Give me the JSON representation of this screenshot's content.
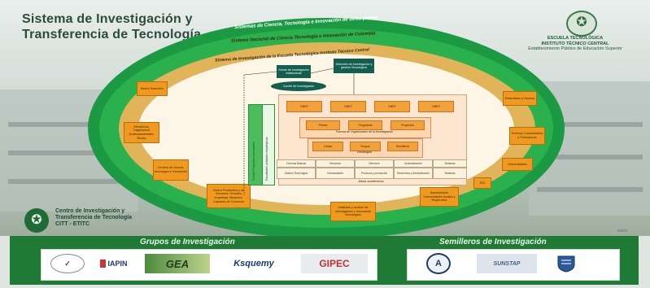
{
  "header": {
    "title_line1": "Sistema de Investigación  y",
    "title_line2": "Transferencia de Tecnología"
  },
  "institution": {
    "line1": "ESCUELA TECNOLÓGICA",
    "line2": "INSTITUTO TÉCNICO CENTRAL",
    "line3": "Establecimiento Público de Educación Superior"
  },
  "rings": {
    "outer": "Sistemas de Ciencia, Tecnología e Innovación de otros países",
    "second": "Sistema Nacional de Ciencia Tecnología e Innovación de Colombia",
    "third": "Sistema de Investigación de la Escuela Tecnológica Instituto Técnico Central"
  },
  "outer_boxes": {
    "sector_financiero": "Sector financiero",
    "ministerios": "Ministerios, Organismos Gubernamentales, Redes",
    "centros": "Centros de ciencia, tecnología e innovación",
    "sector_productivo": "Sector Productivo y de Servicios: Grandes empresas, Mipymes, Cámaras de Comercio",
    "institutos": "Institutos y centros de investigación e innovación tecnológica",
    "asociaciones": "Asociaciones Comunidades locales y Regionales",
    "ies": "IES",
    "universidades": "Universidades",
    "gremios": "Gremios Comunidades y Productores",
    "estandares": "Estándares y Normas"
  },
  "inner": {
    "centro_investigacion": "Centro de Investigación Institucional",
    "direccion": "Dirección de Investigación y gestión Tecnológica",
    "comite": "Comité de Investigación",
    "vbar1": "Comité Proyectos curriculares",
    "vbar2": "Facultades unidades estratégicas",
    "row1": [
      "DNEF",
      "DNEF",
      "DNEF",
      "DNEF"
    ],
    "row2": [
      "Planes",
      "Programas",
      "Proyectos"
    ],
    "row2_caption": "Formas de Organización de la Investigación",
    "row3": [
      "Líneas",
      "Grupos",
      "Semilleros"
    ],
    "row3_caption": "Estrategias",
    "grid_row1": [
      "Ciencias Básicas",
      "Mecánica",
      "Dirección",
      "Automatización",
      "Sistemas"
    ],
    "grid_row2": [
      "Gestión Tecnológica",
      "Humanidades",
      "Procesos y producción",
      "Electrónica y Administración",
      "Sistemas"
    ],
    "grid_caption": "Áreas académicas"
  },
  "citt": {
    "line1": "Centro de Investigación y",
    "line2": "Transferencia de Tecnología",
    "line3": "CITT - ETITC"
  },
  "page_number": "00021",
  "groups": {
    "heading": "Grupos de Investigación",
    "logos": [
      "",
      "IAPIN",
      "GEA",
      "Ksquemy",
      "GIPEC"
    ]
  },
  "semilleros": {
    "heading": "Semilleros de Investigación",
    "logos": [
      "A",
      "SUNSTAP",
      ""
    ]
  },
  "colors": {
    "green_dark": "#1b9a43",
    "green": "#2ab04d",
    "gold": "#e2b45a",
    "orange": "#ef9a1e",
    "cream": "#fdf6e6",
    "teal": "#145e4f",
    "footer": "#1e7a34"
  }
}
